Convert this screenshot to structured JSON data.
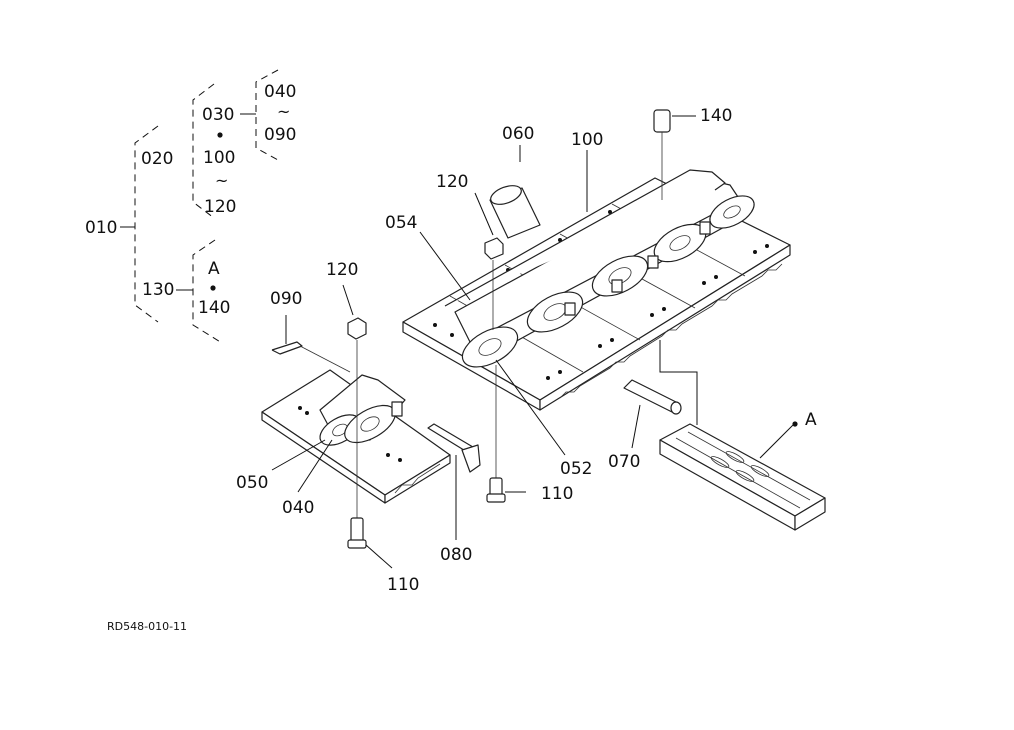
{
  "diagram": {
    "labels": {
      "l010": "010",
      "l020": "020",
      "l030": "030",
      "l040_tree": "040",
      "l090_tree": "090",
      "l100_tree": "100",
      "l120_tree": "120",
      "l130": "130",
      "lA_tree": "A",
      "l140_tree": "140",
      "l054": "054",
      "l060": "060",
      "l100": "100",
      "l120_a": "120",
      "l120_b": "120",
      "l140": "140",
      "l090": "090",
      "l050": "050",
      "l040": "040",
      "l052": "052",
      "l070": "070",
      "lA": "A",
      "l110_a": "110",
      "l110_b": "110",
      "l080": "080",
      "tilde": "~"
    },
    "reference": "RD548-010-11",
    "line_color": "#111111"
  }
}
